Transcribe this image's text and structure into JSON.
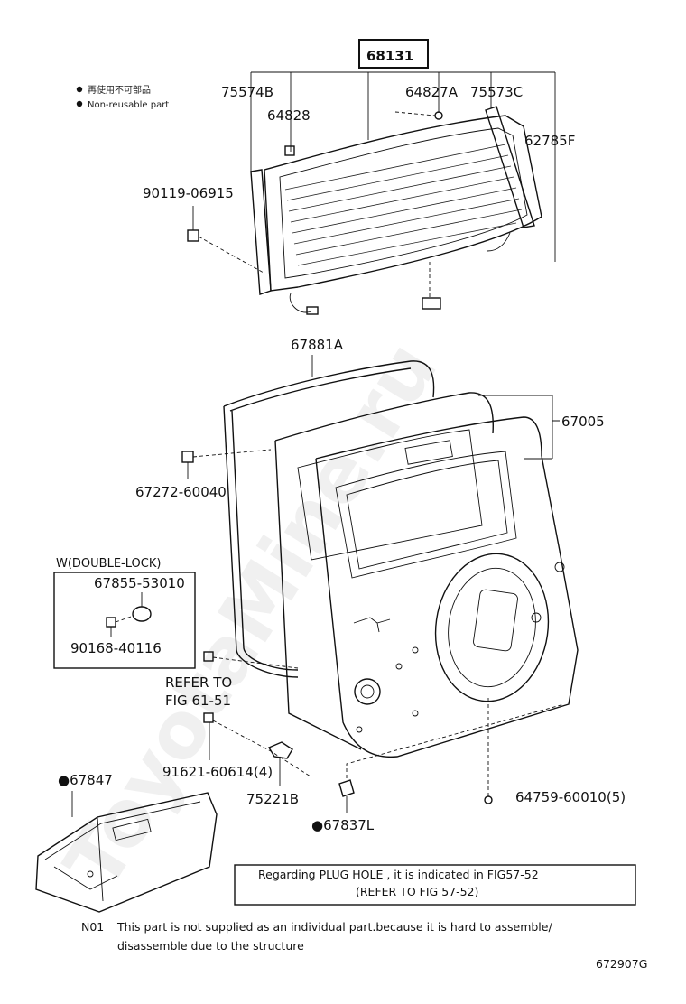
{
  "legend": {
    "non_reusable_jp": "再使用不可部品",
    "non_reusable_en": "Non-reusable part"
  },
  "watermark": "ToyotaMine.ru",
  "callouts": {
    "p68131": "68131",
    "p75574B": "75574B",
    "p64827A": "64827A",
    "p75573C": "75573C",
    "p64828": "64828",
    "p62785F": "62785F",
    "p90119": "90119-06915",
    "p67881A": "67881A",
    "p67005": "67005",
    "p67272": "67272-60040",
    "p67855": "67855-53010",
    "p90168": "90168-40116",
    "refer1": "REFER TO",
    "refer2": "FIG 61-51",
    "p91621": "91621-60614(4)",
    "p75221B": "75221B",
    "p67847": "●67847",
    "p67837L": "●67837L",
    "p64759": "64759-60010(5)"
  },
  "double_lock": {
    "title": "W(DOUBLE-LOCK)"
  },
  "note_box": {
    "line1": "Regarding PLUG HOLE , it is indicated in FIG57-52",
    "line2": "(REFER TO FIG 57-52)"
  },
  "footnote": {
    "code": "N01",
    "line1": "This part is not supplied as an individual part.because it is hard to assemble/",
    "line2": "disassemble due to the structure"
  },
  "figure_id": "672907G"
}
